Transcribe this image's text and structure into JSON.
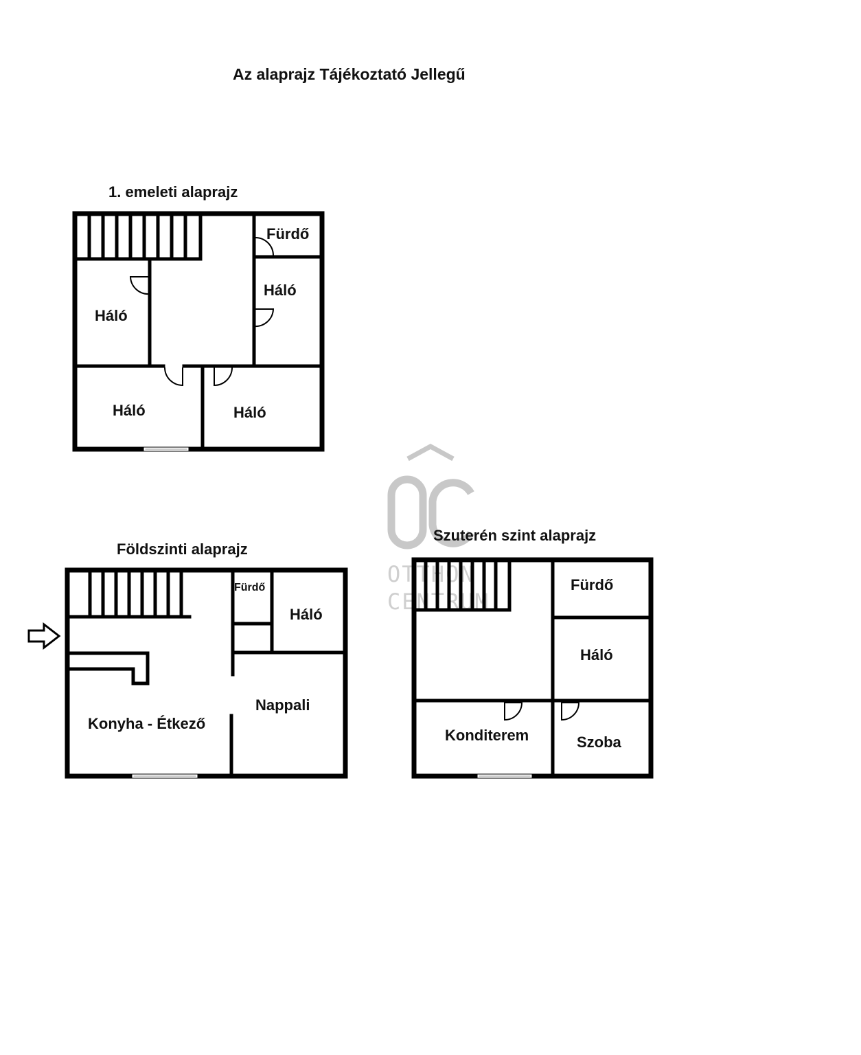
{
  "title": "Az alaprajz Tájékoztató Jellegű",
  "floors": {
    "first": {
      "heading": "1. emeleti alaprajz",
      "rooms": [
        "Fürdő",
        "Háló",
        "Háló",
        "Háló",
        "Háló"
      ]
    },
    "ground": {
      "heading": "Földszinti alaprajz",
      "rooms": [
        "Fürdő",
        "Háló",
        "Nappali",
        "Konyha - Étkező"
      ]
    },
    "basement": {
      "heading": "Szuterén szint alaprajz",
      "rooms": [
        "Fürdő",
        "Háló",
        "Konditerem",
        "Szoba"
      ]
    }
  },
  "watermark": {
    "logo": "ÔC",
    "line1": "OTTHON",
    "line2": "CENTRUM"
  },
  "icons": {
    "entrance": "entrance-arrow-icon"
  },
  "colors": {
    "wall": "#000000",
    "watermark": "#c8c8c8"
  }
}
